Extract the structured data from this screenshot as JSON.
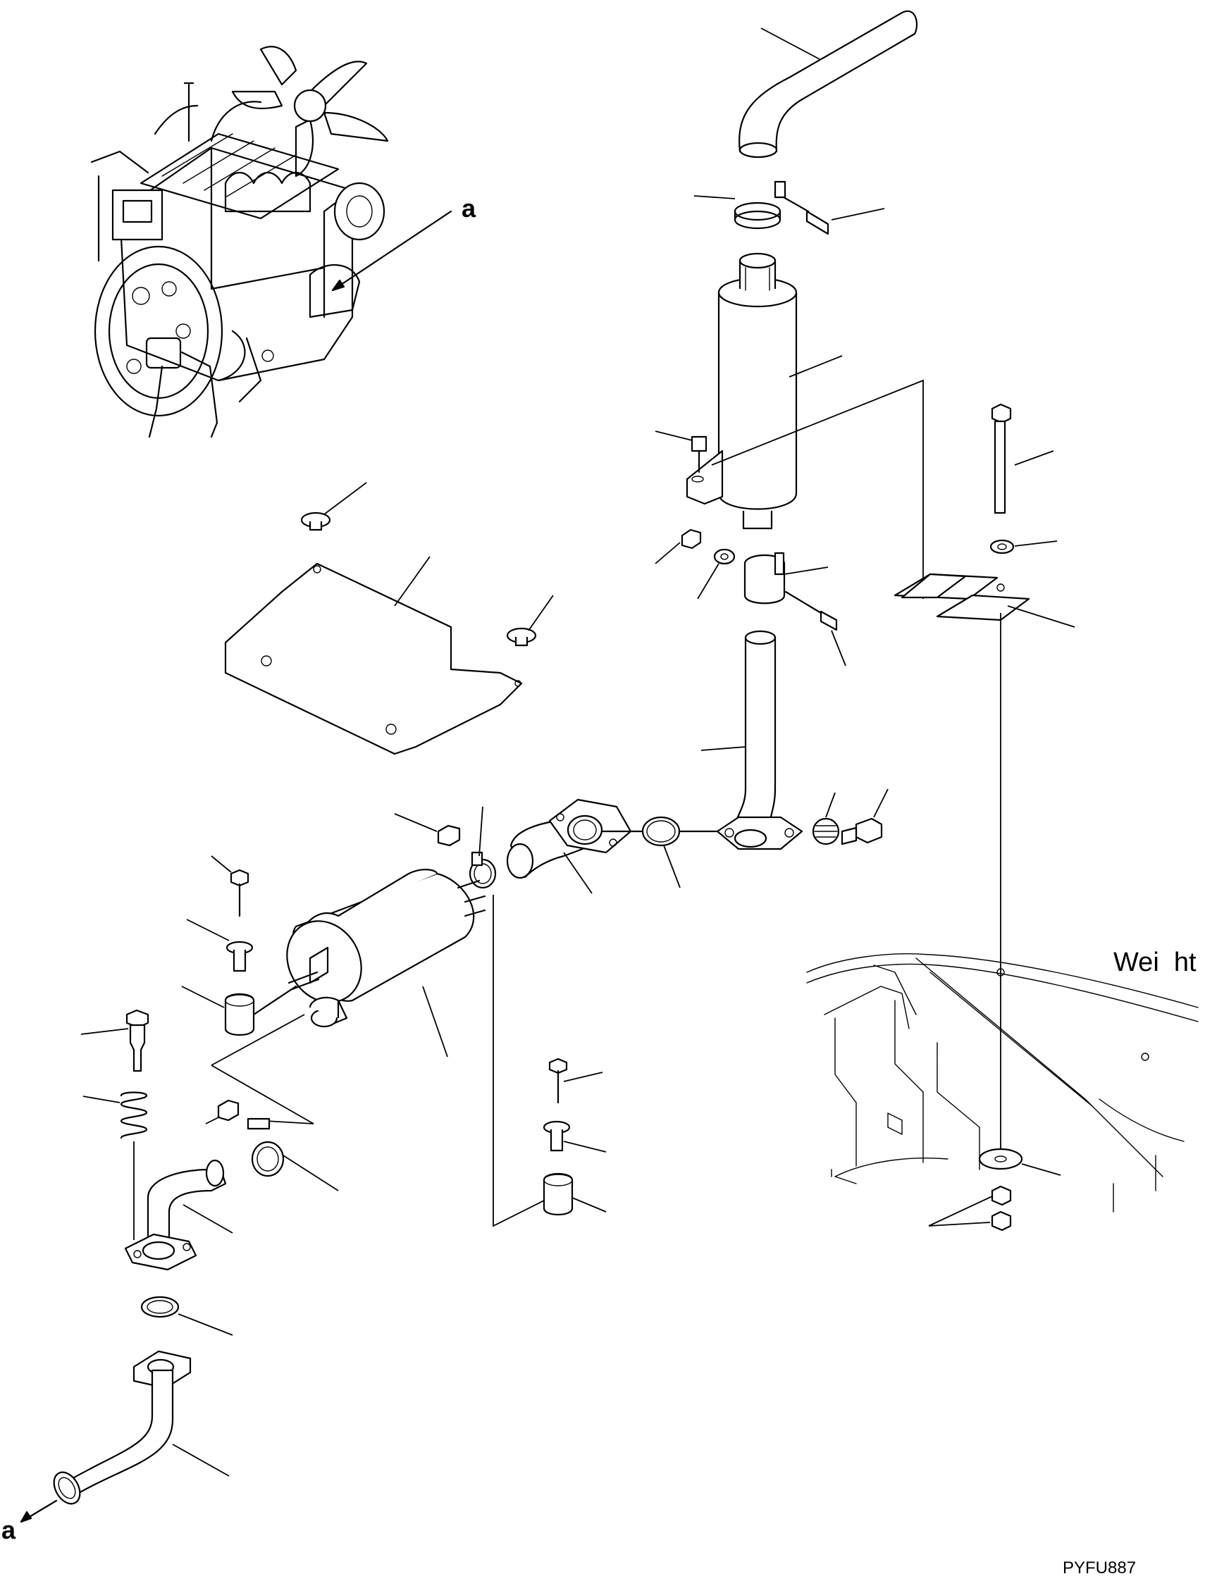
{
  "labels": {
    "ref_a_top": "a",
    "ref_a_bottom": "a",
    "weight_note": "Wei  ht",
    "drawing_code": "PYFU887"
  }
}
